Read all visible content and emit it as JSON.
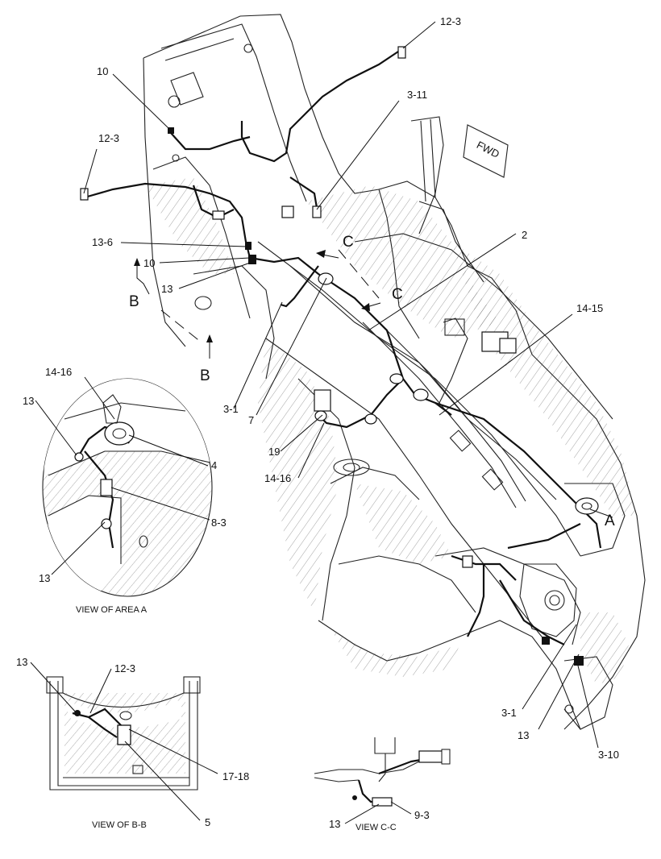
{
  "fwd_sign": "FWD",
  "section_markers": {
    "a": "A",
    "b": "B",
    "c": "C"
  },
  "callouts": [
    "12-3",
    "10",
    "12-3",
    "3-11",
    "2",
    "13-6",
    "10",
    "13",
    "14-15",
    "3-1",
    "7",
    "19",
    "14-16",
    "14-16",
    "13",
    "4",
    "8-3",
    "13",
    "13",
    "12-3",
    "17-18",
    "5",
    "3-1",
    "13",
    "3-10",
    "9-3",
    "13"
  ],
  "view_titles": {
    "area_a": "VIEW OF AREA A",
    "b_b": "VIEW OF B-B",
    "c_c": "VIEW C-C"
  }
}
